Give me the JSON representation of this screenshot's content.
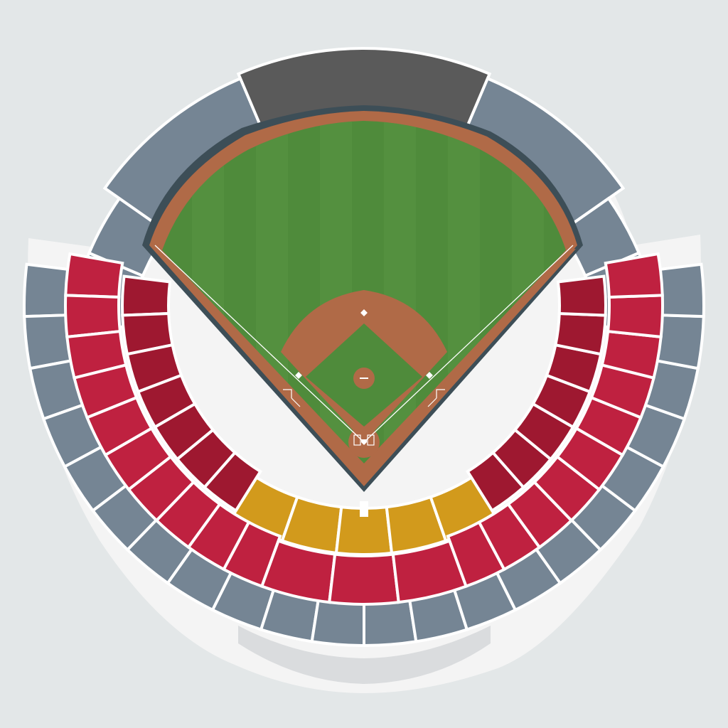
{
  "map": {
    "type": "stadium-seating-chart",
    "venue": "baseball-stadium"
  },
  "colors": {
    "background": "#e3e7e8",
    "outer_ring": "#f4f4f4",
    "concourse": "#dadcde",
    "upper_deck": "#758594",
    "batters_eye": "#5a5a5a",
    "wall": "#3d4e57",
    "outfield_grass": "#4f8b3b",
    "grass_stripe_light": "#5a9643",
    "dirt": "#b06a47",
    "infield_grass": "#4f8b3b",
    "field_level_premium": "#9e1830",
    "field_level": "#bf2140",
    "club_level": "#d29a1c",
    "base": "#ffffff",
    "section_divider": "#ffffff"
  },
  "legend_tiers": [
    {
      "tier": "upper-deck",
      "color": "#758594",
      "sections": 22
    },
    {
      "tier": "field-level-inner",
      "color": "#9e1830",
      "sections": 14
    },
    {
      "tier": "field-level-outer",
      "color": "#bf2140",
      "sections": 23
    },
    {
      "tier": "club-level",
      "color": "#d29a1c",
      "sections": 5
    }
  ]
}
